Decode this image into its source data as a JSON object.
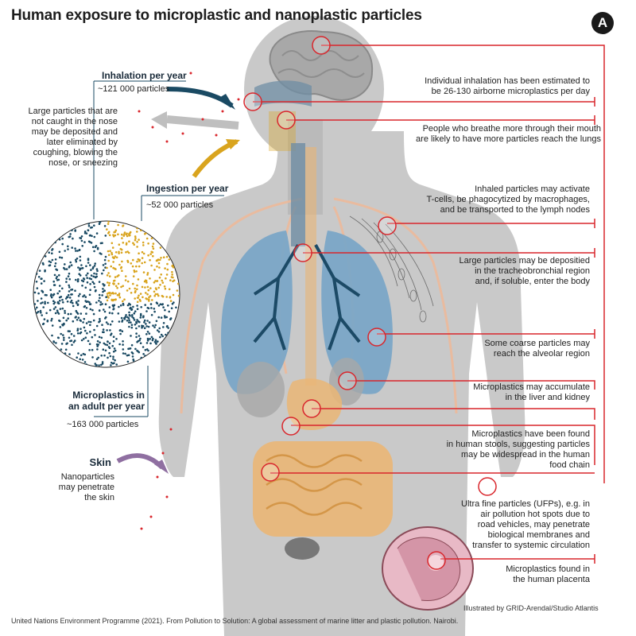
{
  "title": "Human exposure to microplastic and nanoplastic particles",
  "panel_badge": "A",
  "exposure": {
    "inhalation": {
      "heading": "Inhalation per year",
      "amount": "~121 000 particles"
    },
    "ingestion": {
      "heading": "Ingestion per year",
      "amount": "~52 000 particles"
    },
    "adult_total": {
      "heading_line1": "Microplastics in",
      "heading_line2": "an adult per year",
      "amount": "~163 000 particles"
    },
    "skin": {
      "heading": "Skin",
      "lines": [
        "Nanoparticles",
        "may penetrate",
        "the skin"
      ]
    }
  },
  "large_particles_note": [
    "Large particles that are",
    "not caught in the nose",
    "may be deposited and",
    "later eliminated by",
    "coughing, blowing the",
    "nose, or sneezing"
  ],
  "callouts": [
    {
      "lines": [
        "Individual inhalation has been estimated to",
        "be 26-130 airborne microplastics per day"
      ]
    },
    {
      "lines": [
        "People who breathe more through their mouth",
        "are likely to have more particles reach the lungs"
      ]
    },
    {
      "lines": [
        "Inhaled particles may activate",
        "T-cells, be phagocytized by macrophages,",
        "and be transported to the lymph nodes"
      ]
    },
    {
      "lines": [
        "Large particles may be depositied",
        "in the tracheobronchial region",
        "and, if soluble, enter the body"
      ]
    },
    {
      "lines": [
        "Some coarse particles may",
        "reach the alveolar region"
      ]
    },
    {
      "lines": [
        "Microplastics may accumulate",
        "in the liver and kidney"
      ]
    },
    {
      "lines": [
        "Microplastics have been found",
        "in human stools, suggesting particles",
        "may be widespread in the human",
        "food chain"
      ]
    },
    {
      "lines": [
        "Ultra fine particles (UFPs), e.g. in",
        "air pollution hot spots due to",
        "road vehicles, may penetrate",
        "biological membranes and",
        "transfer to systemic circulation"
      ]
    },
    {
      "lines": [
        "Microplastics found in",
        "the human placenta"
      ]
    }
  ],
  "footer": {
    "credit": "Illustrated by GRID-Arendal/Studio Atlantis",
    "source": "United Nations Environment Programme (2021). From Pollution to Solution: A global assessment of marine litter and plastic pollution. Nairobi."
  },
  "colors": {
    "accent_red": "#d9262c",
    "body_gray": "#c6c6c6",
    "lung_blue": "#7ba7c7",
    "gut_orange": "#eab676",
    "navy": "#1a4a63",
    "gold": "#d9a41e",
    "skin_purple": "#8f6fa1"
  }
}
